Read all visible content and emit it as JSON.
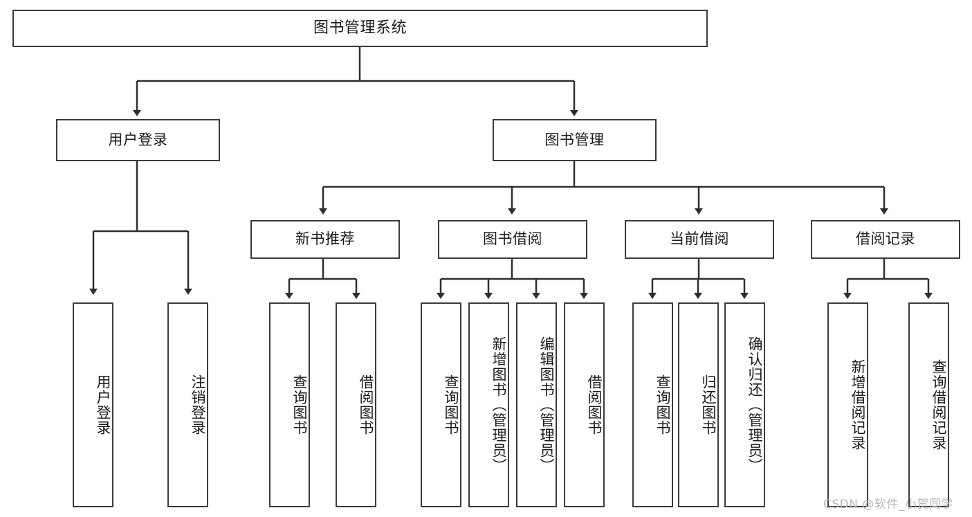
{
  "diagram": {
    "type": "tree",
    "title": "图书管理系统",
    "root": {
      "label": "图书管理系统"
    },
    "level2": [
      {
        "label": "用户登录"
      },
      {
        "label": "图书管理"
      }
    ],
    "level3": [
      {
        "label": "新书推荐"
      },
      {
        "label": "图书借阅"
      },
      {
        "label": "当前借阅"
      },
      {
        "label": "借阅记录"
      }
    ],
    "leaves": {
      "user_login": [
        {
          "label": "用户登录"
        },
        {
          "label": "注销登录"
        }
      ],
      "new_book_recommend": [
        {
          "label": "查询图书"
        },
        {
          "label": "借阅图书"
        }
      ],
      "book_borrow": [
        {
          "label": "查询图书"
        },
        {
          "label": "新增图书（管理员）"
        },
        {
          "label": "编辑图书（管理员）"
        },
        {
          "label": "借阅图书"
        }
      ],
      "current_borrow": [
        {
          "label": "查询图书"
        },
        {
          "label": "归还图书"
        },
        {
          "label": "确认归还（管理员）"
        }
      ],
      "borrow_record": [
        {
          "label": "新增借阅记录"
        },
        {
          "label": "查询借阅记录"
        }
      ]
    }
  },
  "watermark": {
    "text": "CSDN @软件_小贺同学"
  },
  "colors": {
    "border": "#3b3b3b",
    "text": "#1b1b1b",
    "background": "#ffffff",
    "watermark": "#b9b9b9"
  }
}
